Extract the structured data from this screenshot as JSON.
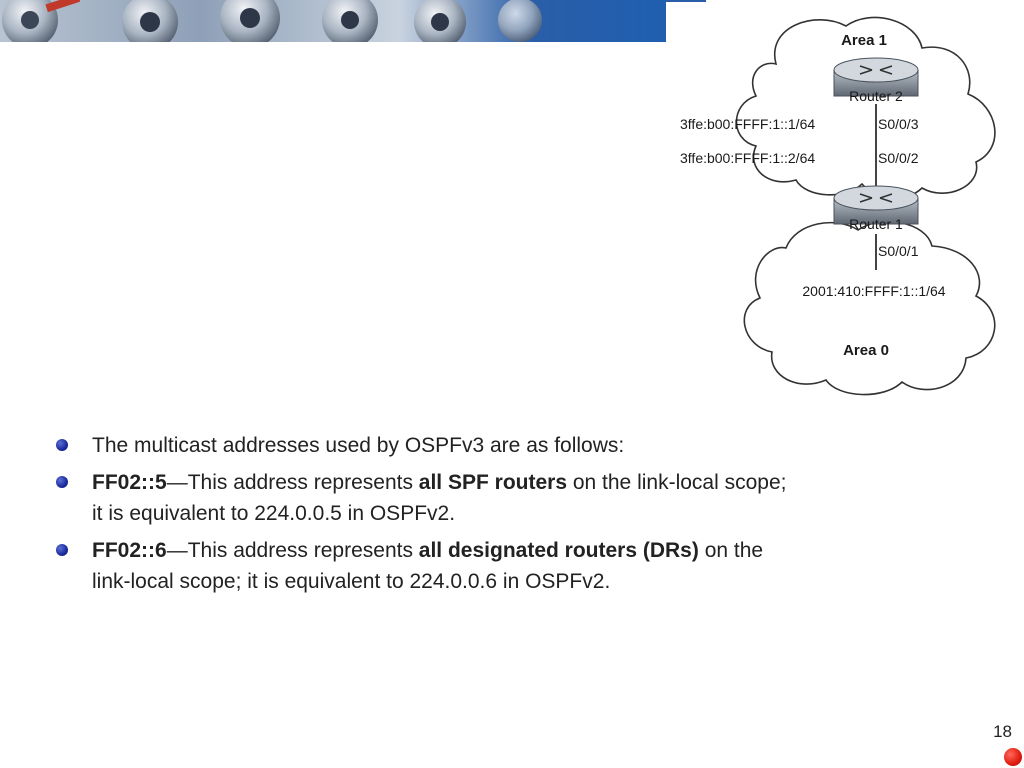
{
  "banner": {
    "icon": "coins-photo-banner"
  },
  "diagram": {
    "area_top": "Area 1",
    "area_bottom": "Area 0",
    "router_top": "Router 2",
    "router_bottom": "Router 1",
    "link_addr_top": "3ffe:b00:FFFF:1::1/64",
    "link_addr_bottom": "3ffe:b00:FFFF:1::2/64",
    "iface_top": "S0/0/3",
    "iface_bottom": "S0/0/2",
    "iface_area0": "S0/0/1",
    "area0_addr": "2001:410:FFFF:1::1/64"
  },
  "bullets": [
    {
      "text": "The multicast addresses used by OSPFv3 are as follows:"
    },
    {
      "b1": "FF02::5",
      "t1": "—This address represents ",
      "b2": "all SPF routers",
      "t2": " on the link-local scope;",
      "t3": "it is equivalent to 224.0.0.5 in OSPFv2."
    },
    {
      "b1": "FF02::6",
      "t1": "—This address represents ",
      "b2": "all designated routers (DRs)",
      "t2": " on the",
      "t3": "link-local scope; it is equivalent to 224.0.0.6 in OSPFv2."
    }
  ],
  "footer": {
    "page_number": "18"
  },
  "colors": {
    "bullet": "#1b2a9a",
    "page_dot": "#e01a10",
    "banner_accent": "#1f5fb0"
  }
}
